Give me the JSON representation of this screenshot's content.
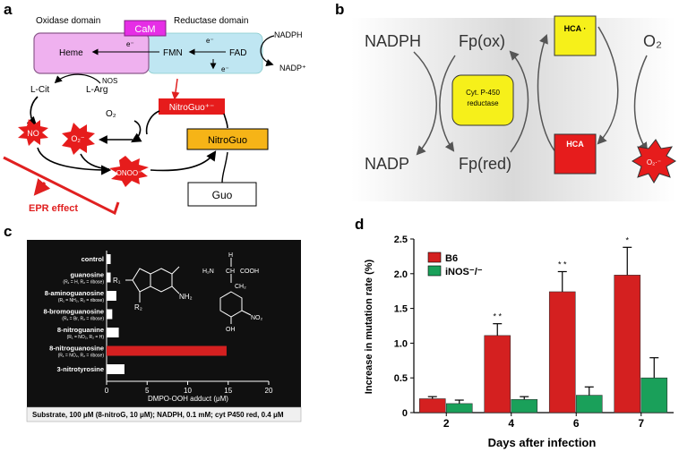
{
  "panels": {
    "a": "a",
    "b": "b",
    "c": "c",
    "d": "d"
  },
  "a": {
    "oxidase": "Oxidase domain",
    "reductase": "Reductase domain",
    "cam": "CaM",
    "heme": "Heme",
    "fmn": "FMN",
    "fad": "FAD",
    "nadph": "NADPH",
    "nadp": "NADP⁺",
    "e1": "e⁻",
    "e2": "e⁻",
    "e3": "e⁻",
    "nos": "NOS",
    "lcit": "L-Cit",
    "larg": "L-Arg",
    "nitroguo_radical": "NitroGuo⁺⁻",
    "o2": "O₂",
    "no": "NO",
    "superoxide": "O₂⁻",
    "nitroguo": "NitroGuo",
    "onoo": "ONOO⁻",
    "guo": "Guo",
    "epr": "EPR effect"
  },
  "b": {
    "nadph": "NADPH",
    "nadp": "NADP",
    "fpox": "Fp(ox)",
    "fpred": "Fp(red)",
    "cyt": "Cyt. P-450 reductase",
    "hca_dot": "HCA ·",
    "hca": "HCA",
    "o2": "O₂",
    "o2_dot": "O₂·⁻"
  },
  "c": {
    "chart_data": {
      "type": "bar",
      "orientation": "horizontal",
      "categories": [
        "control",
        "guanosine",
        "8-aminoguanosine",
        "8-bromoguanosine",
        "8-nitroguanine",
        "8-nitroguanosine",
        "3-nitrotyrosine"
      ],
      "sublabels": [
        "",
        "(R₁ = H, R₂ = ribose)",
        "(R₁ = NH₂, R₂ = ribose)",
        "(R₁ = Br, R₂ = ribose)",
        "(R₁ = NO₂, R₂ = H)",
        "(R₁ = NO₂, R₂ = ribose)",
        ""
      ],
      "values": [
        0.5,
        0.5,
        1.2,
        0.7,
        1.5,
        14.8,
        2.2
      ],
      "xlim": [
        0,
        20
      ],
      "xticks": [
        "0",
        "5",
        "10",
        "15",
        "20"
      ],
      "xlabel": "DMPO-OOH adduct (μM)",
      "colors": {
        "default": "#ffffff",
        "highlight": "#d42020"
      },
      "highlight_index": 5
    },
    "footer": "Substrate, 100 μM (8-nitroG, 10 μM); NADPH, 0.1 mM; cyt P450 red, 0.4 μM",
    "struct1": {
      "r1": "R₁",
      "r2": "R₂",
      "nh2": "NH₂"
    },
    "struct2": {
      "h2n": "H₂N",
      "cooh": "COOH",
      "ch": "CH",
      "ch2": "CH₂",
      "no2": "NO₂",
      "oh": "OH",
      "h": "H"
    }
  },
  "d": {
    "chart_data": {
      "type": "bar",
      "categories": [
        "2",
        "4",
        "6",
        "7"
      ],
      "series": [
        {
          "name": "B6",
          "values": [
            0.2,
            1.11,
            1.74,
            1.98
          ],
          "errors": [
            0.03,
            0.17,
            0.29,
            0.4
          ],
          "color": "#d42020"
        },
        {
          "name": "iNOS⁻/⁻",
          "values": [
            0.13,
            0.19,
            0.25,
            0.5
          ],
          "errors": [
            0.05,
            0.04,
            0.12,
            0.29
          ],
          "color": "#1aa05a"
        }
      ],
      "sig": [
        "",
        "* *",
        "* *",
        "*"
      ],
      "ylim": [
        0,
        2.5
      ],
      "yticks": [
        "0",
        "0.5",
        "1.0",
        "1.5",
        "2.0",
        "2.5"
      ],
      "xlabel": "Days after infection",
      "ylabel": "Increase in mutation rate (%)",
      "legend_position": "top-left"
    }
  }
}
